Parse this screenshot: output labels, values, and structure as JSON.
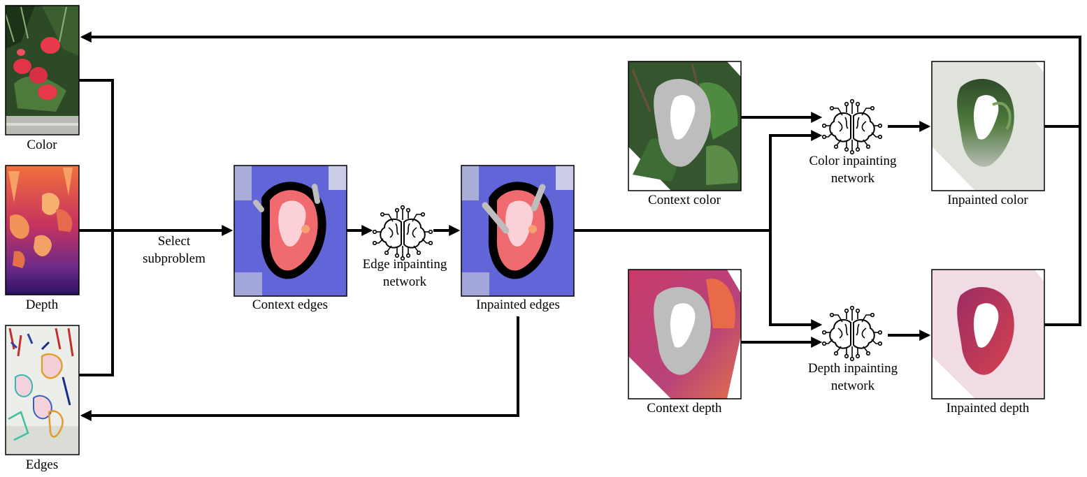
{
  "inputs": {
    "color_label": "Color",
    "depth_label": "Depth",
    "edges_label": "Edges"
  },
  "step": {
    "select_line1": "Select",
    "select_line2": "subproblem"
  },
  "edges_stage": {
    "context_label": "Context edges",
    "network_line1": "Edge inpainting",
    "network_line2": "network",
    "inpainted_label": "Inpainted edges"
  },
  "color_stage": {
    "context_label": "Context color",
    "network_line1": "Color inpainting",
    "network_line2": "network",
    "inpainted_label": "Inpainted color"
  },
  "depth_stage": {
    "context_label": "Context depth",
    "network_line1": "Depth inpainting",
    "network_line2": "network",
    "inpainted_label": "Inpainted depth"
  },
  "icons": {
    "network": "brain-circuit-icon"
  },
  "colors": {
    "arrow": "#000000",
    "edge_overlay": "#5b5fd6",
    "edge_region": "#f0646a",
    "mask_gray": "#bdbdbd",
    "depth_magenta": "#b83a7c",
    "depth_orange": "#f08a3a",
    "foliage_green": "#3e6a35"
  }
}
